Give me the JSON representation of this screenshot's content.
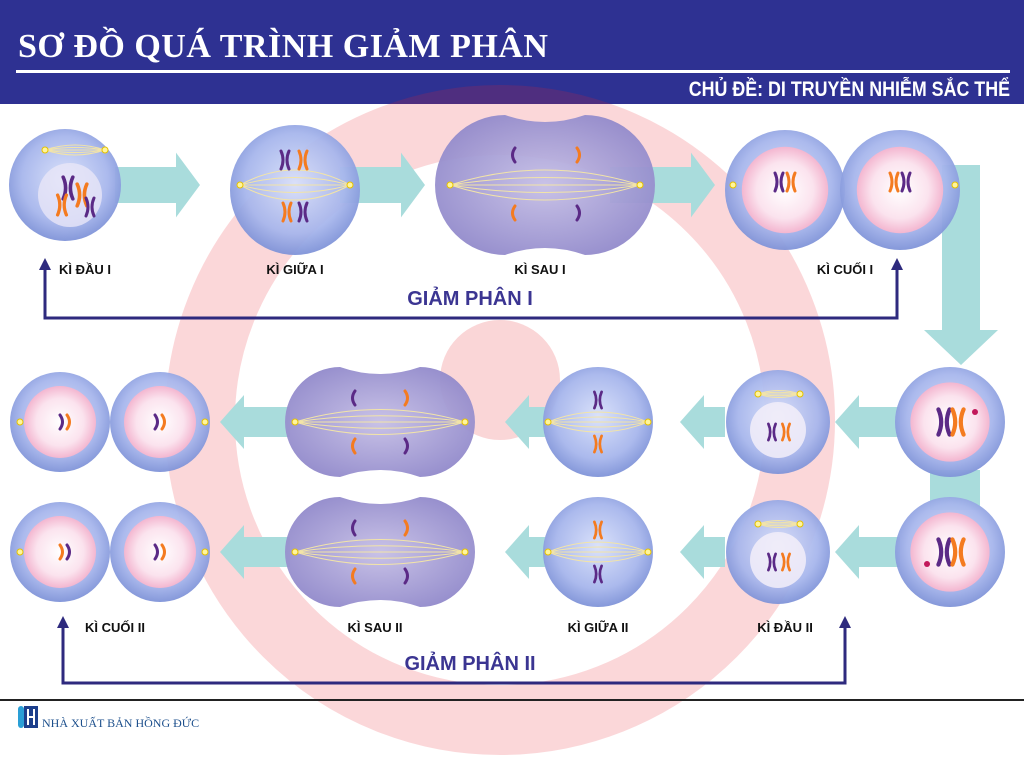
{
  "header": {
    "title": "SƠ ĐỒ QUÁ TRÌNH GIẢM PHÂN",
    "subtitle": "CHỦ ĐỀ: DI TRUYỀN NHIỄM SẮC THỂ"
  },
  "meiosis1": {
    "title": "GIẢM PHÂN I",
    "stages": [
      "KÌ ĐẦU I",
      "KÌ GIỮA I",
      "KÌ SAU I",
      "KÌ CUỐI I"
    ]
  },
  "meiosis2": {
    "title": "GIẢM PHÂN II",
    "stages": [
      "KÌ CUỐI II",
      "KÌ SAU II",
      "KÌ GIỮA II",
      "KÌ ĐẦU II"
    ]
  },
  "footer": {
    "publisher": "NHÀ XUẤT BẢN HỒNG ĐỨC"
  },
  "colors": {
    "header": "#2e3192",
    "arrow": "#a9dcdc",
    "loop": "#2e2a7e",
    "chrom_purple": "#5b2a86",
    "chrom_orange": "#f47b20",
    "cell": "#8fa3e0",
    "nucleus": "#f6c9dc"
  }
}
